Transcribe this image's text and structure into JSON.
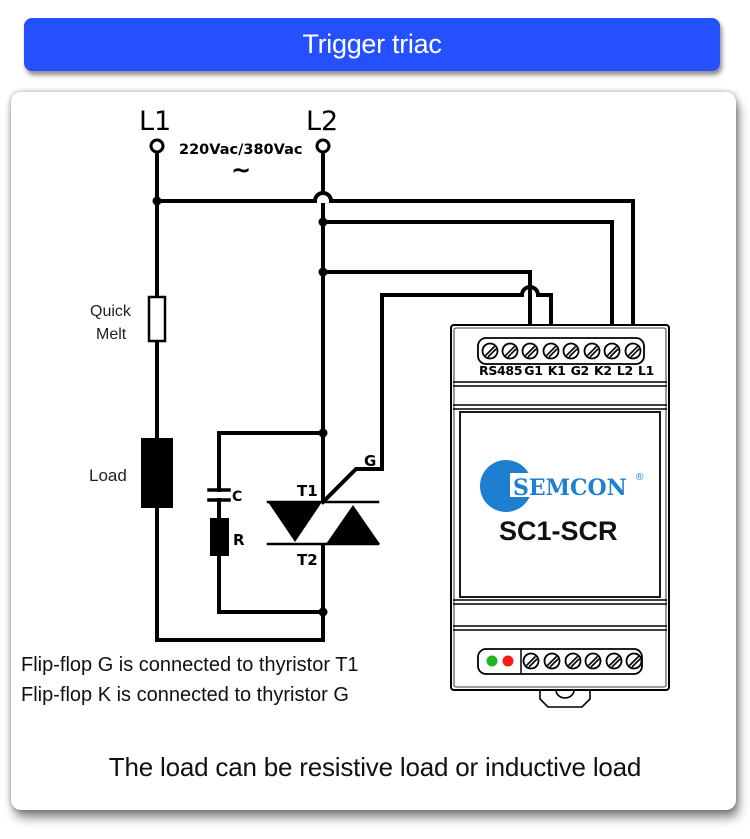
{
  "header": {
    "title": "Trigger triac"
  },
  "diagram": {
    "terminals": {
      "l1": "L1",
      "l2": "L2"
    },
    "voltage": "220Vac/380Vac",
    "ac_symbol": "~",
    "fuse_label_line1": "Quick",
    "fuse_label_line2": "Melt",
    "load_label": "Load",
    "capacitor_label": "C",
    "resistor_label": "R",
    "triac": {
      "t1": "T1",
      "t2": "T2",
      "gate": "G"
    },
    "module": {
      "brand": "SEMCON",
      "registered": "®",
      "model": "SC1-SCR",
      "top_terminal_labels": [
        "RS485",
        "G1",
        "K1",
        "G2",
        "K2",
        "L2",
        "L1"
      ],
      "led_colors": {
        "green": "#22b522",
        "red": "#ff1a1a"
      },
      "brand_color": "#1e7fd0"
    }
  },
  "notes": [
    "Flip-flop G is connected to thyristor T1",
    "Flip-flop K is connected to thyristor G"
  ],
  "footer": {
    "text": "The load can be resistive load or inductive load"
  },
  "colors": {
    "banner": "#2550ff",
    "wire": "#000000"
  }
}
